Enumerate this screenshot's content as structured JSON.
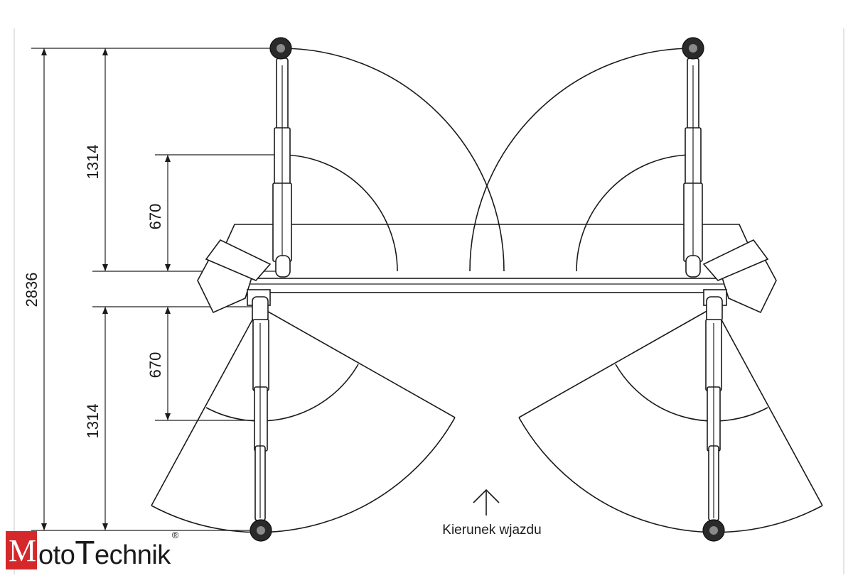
{
  "dimensions": {
    "overall": "2836",
    "upper_long": "1314",
    "upper_short": "670",
    "lower_short": "670",
    "lower_long": "1314"
  },
  "caption": {
    "direction_label": "Kierunek wjazdu"
  },
  "brand": {
    "first_letter": "M",
    "part1": "oto",
    "second_letter": "T",
    "part2": "echnik",
    "registered": "®",
    "red": "#d4282a"
  }
}
